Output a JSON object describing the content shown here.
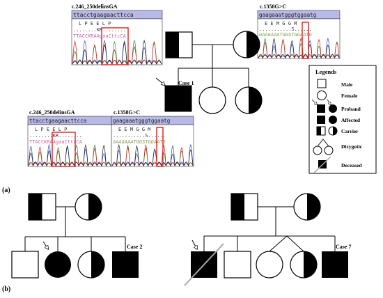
{
  "panel_labels": {
    "a": "(a)",
    "b": "(b)"
  },
  "chromatograms": {
    "top_left": {
      "title": "c.246_250delinsGA",
      "reference": "ttacctgaagaacttcca",
      "amino_acids": "L  P  E  E  L  P",
      "dots": "........KR........",
      "reads": "TTACCKRAAgaaCttcCA"
    },
    "top_right": {
      "title": "c.1358G>C",
      "reference": "gaagaaatgggtggaatg",
      "amino_acids": "E  E  M  G  G  M",
      "dots": "...........S......",
      "reads": "GAAGAAATGGSTGGAATG"
    },
    "bottom_left": {
      "title": "c.246_250delinsGA",
      "reference": "ttacctgaagaacttcca",
      "amino_acids": "L  P  E  E  L  P",
      "dots": "........KR........",
      "reads": "TTACCKRAAgaaCttcCA"
    },
    "bottom_mid": {
      "title": "c.1358G>C",
      "reference": "gaagaaatgggtggaatg",
      "amino_acids": "E  E  M  G  G  M",
      "dots": "...........S......",
      "reads": "GAAGAAATGGSTGGAATG"
    }
  },
  "case_labels": {
    "case1": "Case 1",
    "case2": "Case 2",
    "case7": "Case 7"
  },
  "legend": {
    "title": "Legends",
    "items": [
      "Male",
      "Female",
      "Proband",
      "Affected",
      "Carrier",
      "Dizygotic",
      "Deceased"
    ]
  },
  "colors": {
    "header_bg": "#b7b9e6",
    "red_box": "#e0201c",
    "deceased_line": "#a8a8a8"
  }
}
